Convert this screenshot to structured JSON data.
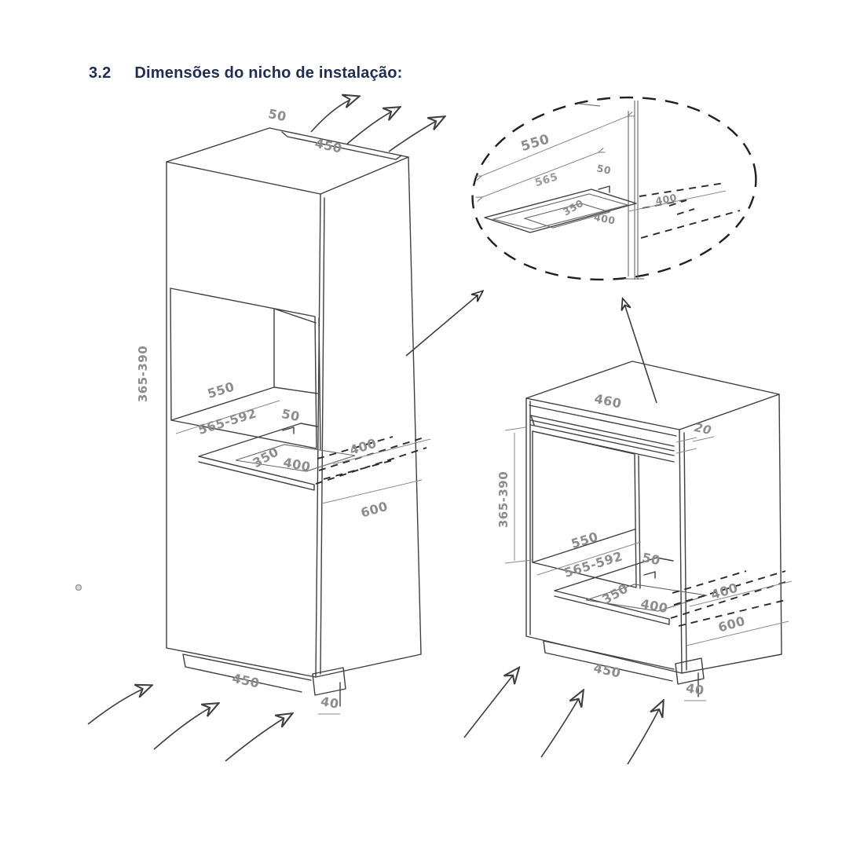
{
  "title": {
    "section": "3.2",
    "heading": "Dimensões do nicho de instalação:"
  },
  "tall_cabinet": {
    "top_vent_gap": "50",
    "top_vent_length": "450",
    "niche_height": "365-390",
    "niche_depth": "550",
    "niche_depth_with_door": "565-592",
    "rear_clearance": "50",
    "base_width": "350",
    "base_depth": "400",
    "rear_projection": "400",
    "cabinet_depth": "600",
    "bottom_vent_length": "450",
    "bottom_vent_height": "40"
  },
  "base_cabinet": {
    "top_vent_length": "460",
    "top_vent_gap": "20",
    "niche_height": "365-390",
    "niche_depth": "550",
    "niche_depth_with_door": "565-592",
    "rear_clearance": "50",
    "base_width": "350",
    "base_depth": "400",
    "rear_projection": "400",
    "cabinet_depth": "600",
    "bottom_vent_length": "450",
    "bottom_vent_height": "40"
  },
  "detail_view": {
    "niche_depth": "550",
    "min_depth": "565",
    "rear_clearance": "50",
    "base_width": "350",
    "base_depth": "400",
    "rear_projection": "400"
  },
  "colors": {
    "heading": "#1f2d50",
    "dimension_text": "#8c8c8c",
    "line": "#3f3f3f"
  }
}
